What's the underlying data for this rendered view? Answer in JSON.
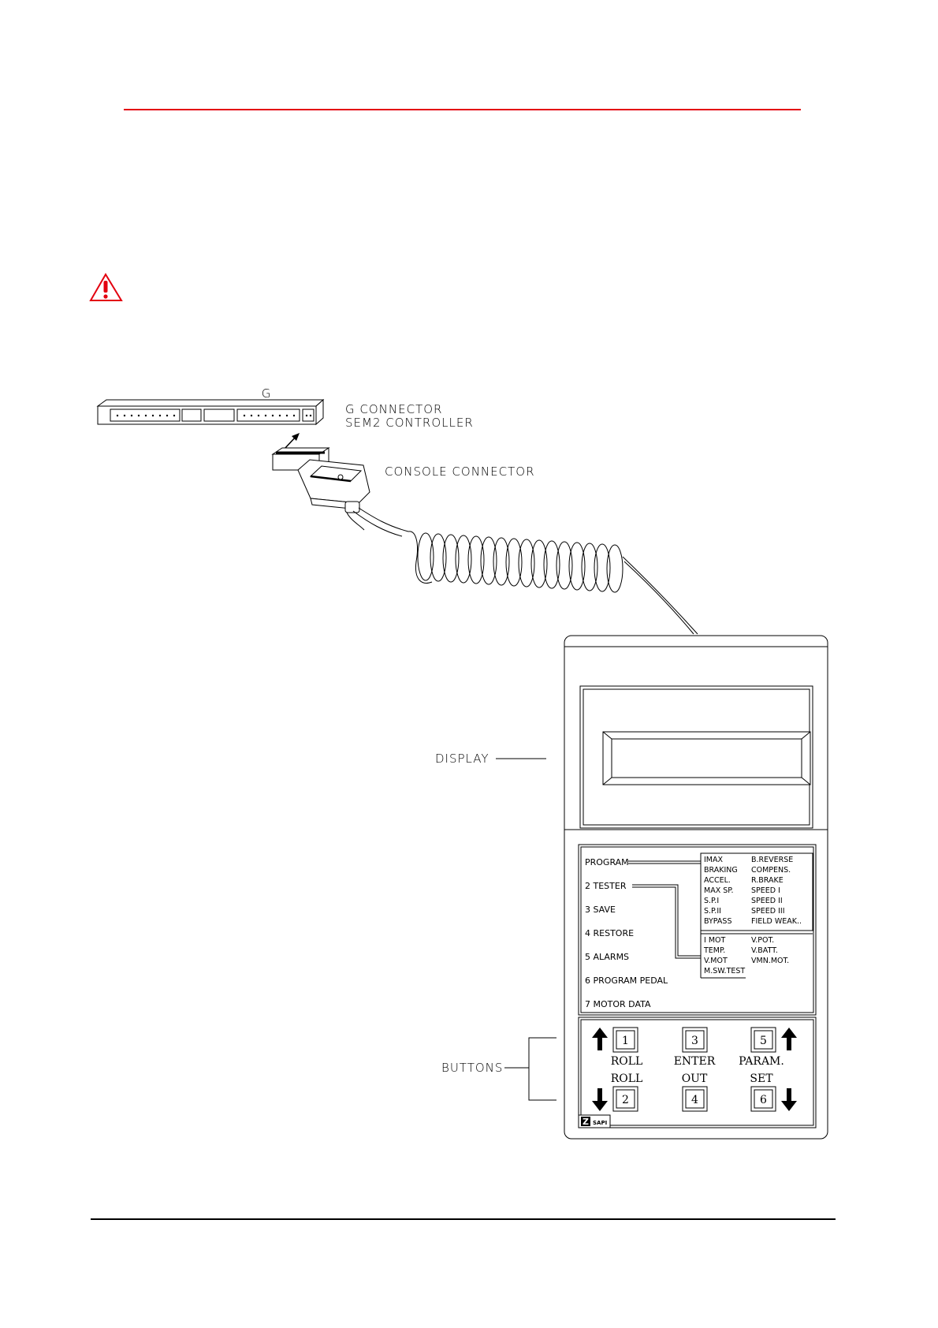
{
  "page": {
    "accent_color": "#e3000f",
    "line_color": "#000000"
  },
  "warning_icon": {
    "name": "warning-triangle-icon",
    "color": "#e3000f"
  },
  "controller": {
    "letter": "G",
    "line1": "G CONNECTOR",
    "line2": "SEM2 CONTROLLER"
  },
  "console_connector": {
    "label": "CONSOLE CONNECTOR"
  },
  "callouts": {
    "display": "DISPLAY",
    "buttons": "BUTTONS"
  },
  "menu": {
    "items": [
      "PROGRAM",
      "2 TESTER",
      "3 SAVE",
      "4 RESTORE",
      "5 ALARMS",
      "6 PROGRAM PEDAL",
      "7 MOTOR DATA"
    ],
    "program_params": [
      [
        "IMAX",
        "B.REVERSE"
      ],
      [
        "BRAKING",
        "COMPENS."
      ],
      [
        "ACCEL.",
        "R.BRAKE"
      ],
      [
        "MAX SP.",
        "SPEED I"
      ],
      [
        "S.P.I",
        "SPEED II"
      ],
      [
        "S.P.II",
        "SPEED III"
      ],
      [
        "BYPASS",
        "FIELD WEAK.."
      ]
    ],
    "tester_params": [
      [
        "I MOT",
        "V.POT."
      ],
      [
        "TEMP.",
        "V.BATT."
      ],
      [
        "V.MOT",
        "VMN.MOT."
      ],
      [
        "M.SW.TEST",
        ""
      ]
    ]
  },
  "keypad": {
    "keys": [
      {
        "number": "1",
        "label": "ROLL",
        "arrow": "up-arrow-icon"
      },
      {
        "number": "3",
        "label": "ENTER",
        "arrow": ""
      },
      {
        "number": "5",
        "label": "PARAM.",
        "arrow": "up-arrow-icon"
      },
      {
        "number": "2",
        "label": "ROLL",
        "arrow": "down-arrow-icon"
      },
      {
        "number": "4",
        "label": "OUT",
        "arrow": ""
      },
      {
        "number": "6",
        "label": "SET",
        "arrow": "down-arrow-icon"
      }
    ]
  },
  "brand": {
    "mark": "Z",
    "name": "SAPI"
  }
}
